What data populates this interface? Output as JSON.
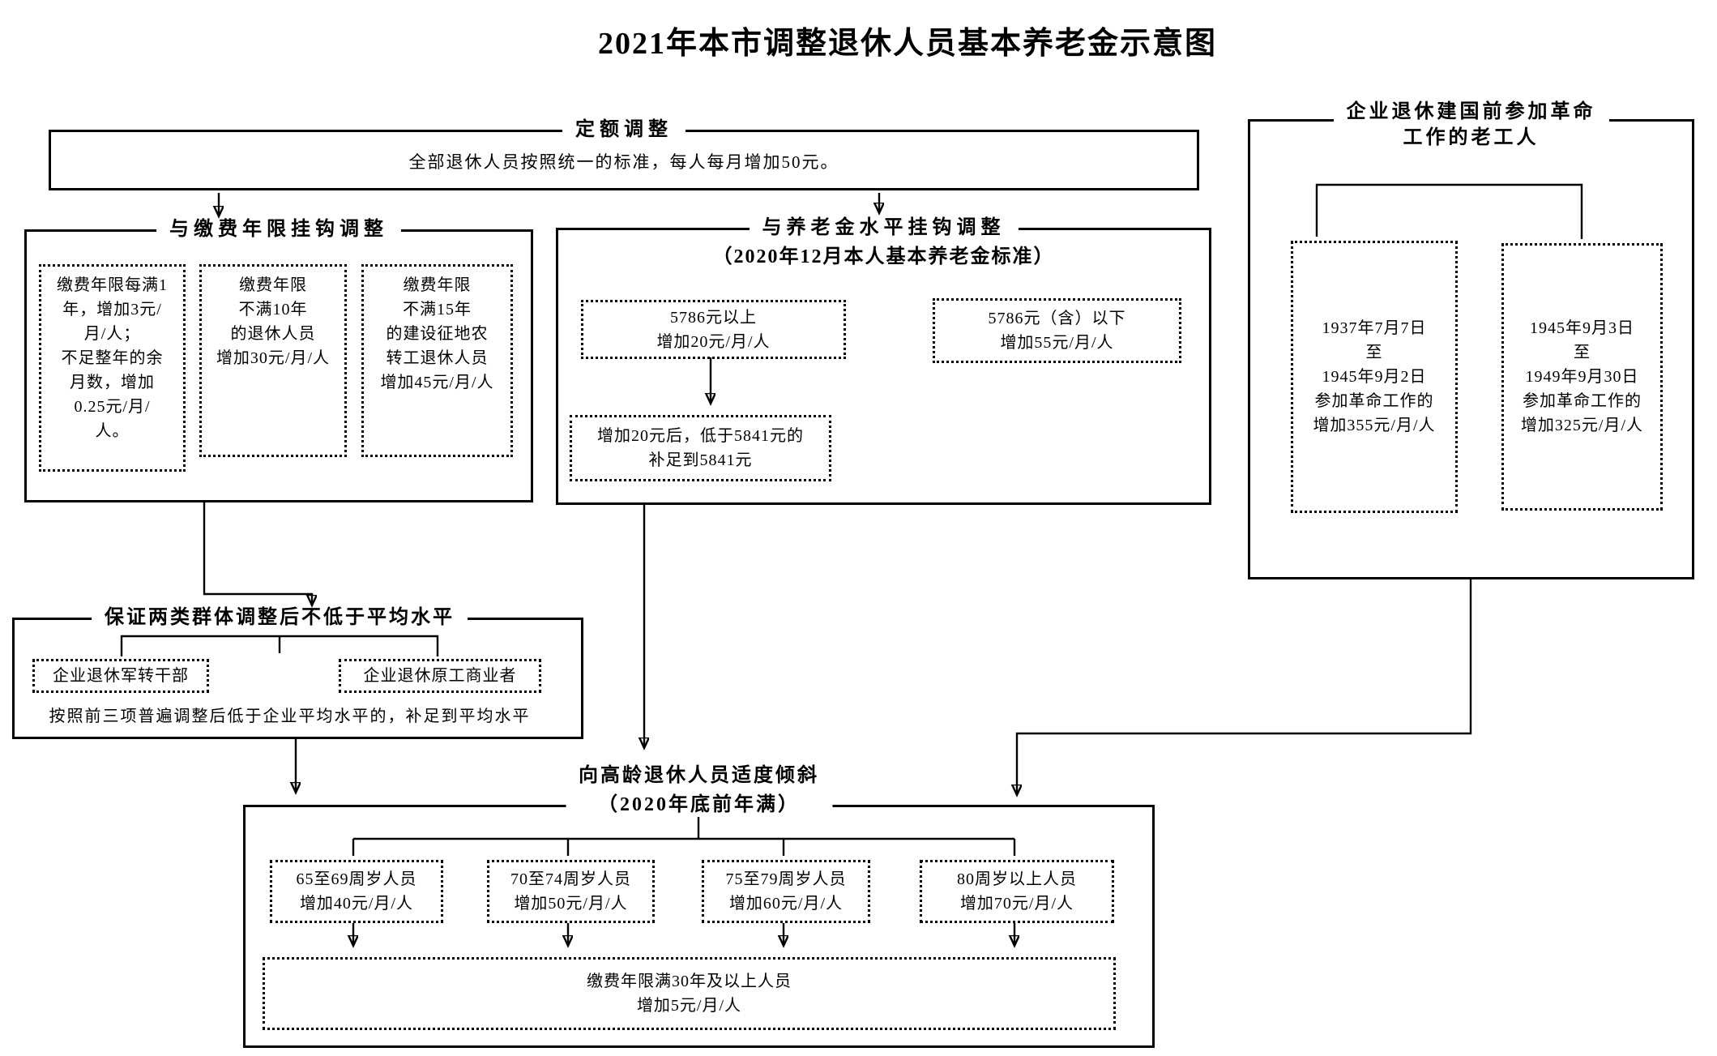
{
  "page_title": "2021年本市调整退休人员基本养老金示意图",
  "colors": {
    "ink": "#000000",
    "background": "#ffffff"
  },
  "fixed_adjustment": {
    "label": "定额调整",
    "content": "全部退休人员按照统一的标准，每人每月增加50元。"
  },
  "payment_years": {
    "label": "与缴费年限挂钩调整",
    "boxes": [
      {
        "text": "缴费年限每满1\n年，增加3元/\n月/人；\n不足整年的余\n月数，增加\n0.25元/月/\n人。"
      },
      {
        "text": "缴费年限\n不满10年\n的退休人员\n增加30元/月/人"
      },
      {
        "text": "缴费年限\n不满15年\n的建设征地农\n转工退休人员\n增加45元/月/人"
      }
    ]
  },
  "pension_level": {
    "label_line1": "与养老金水平挂钩调整",
    "label_line2": "（2020年12月本人基本养老金标准）",
    "above_box": "5786元以上\n增加20元/月/人",
    "below_box": "5786元（含）以下\n增加55元/月/人",
    "supplement_box": "增加20元后，低于5841元的\n补足到5841元"
  },
  "veteran_workers": {
    "label": "企业退休建国前参加革命\n工作的老工人",
    "boxes": [
      {
        "text": "1937年7月7日\n至\n1945年9月2日\n参加革命工作的\n增加355元/月/人"
      },
      {
        "text": "1945年9月3日\n至\n1949年9月30日\n参加革命工作的\n增加325元/月/人"
      }
    ]
  },
  "guarantee": {
    "label": "保证两类群体调整后不低于平均水平",
    "boxes": [
      {
        "text": "企业退休军转干部"
      },
      {
        "text": "企业退休原工商业者"
      }
    ],
    "note": "按照前三项普遍调整后低于企业平均水平的，补足到平均水平"
  },
  "elderly_tilt": {
    "label_line1": "向高龄退休人员适度倾斜",
    "label_line2": "（2020年底前年满）",
    "boxes": [
      {
        "text": "65至69周岁人员\n增加40元/月/人"
      },
      {
        "text": "70至74周岁人员\n增加50元/月/人"
      },
      {
        "text": "75至79周岁人员\n增加60元/月/人"
      },
      {
        "text": "80周岁以上人员\n增加70元/月/人"
      }
    ],
    "bottom_box": "缴费年限满30年及以上人员\n增加5元/月/人"
  }
}
